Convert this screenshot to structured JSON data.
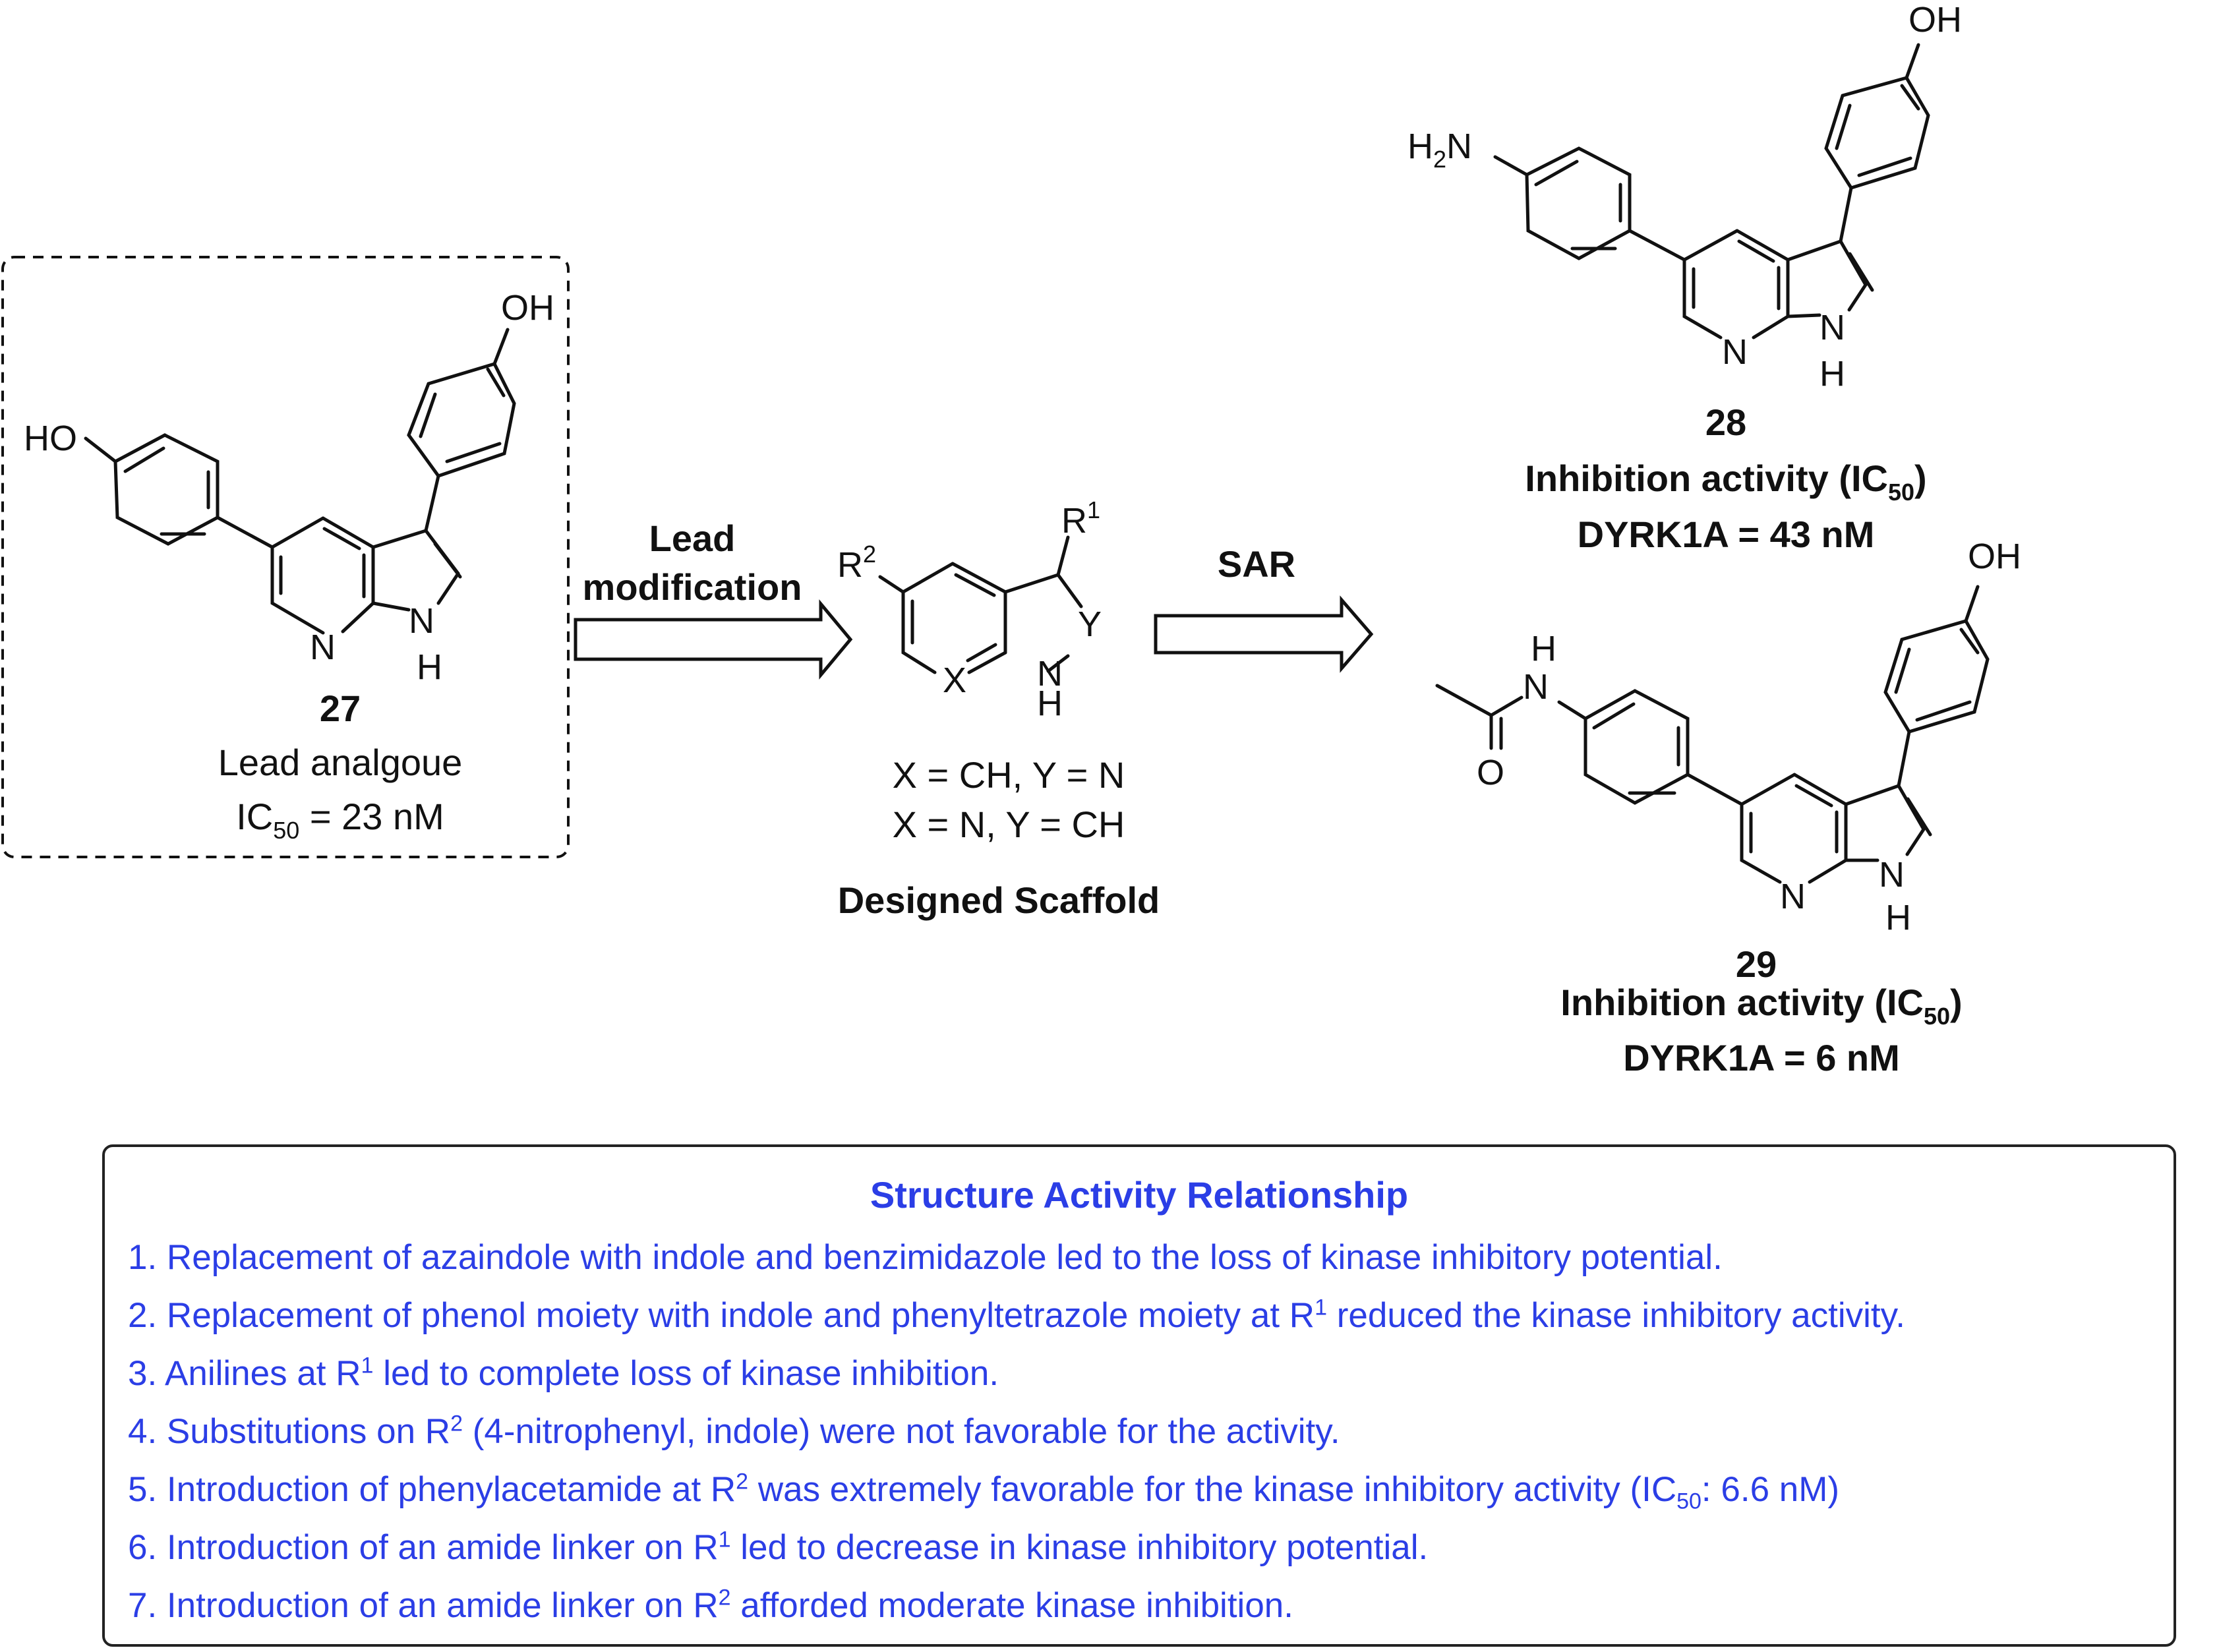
{
  "compound_27": {
    "number": "27",
    "caption": "Lead analgoue",
    "ic50_prefix": "IC",
    "ic50_sub": "50",
    "ic50_suffix": " = 23 nM",
    "atoms": {
      "oh_top": "OH",
      "ho_left": "HO",
      "n_ring": "N",
      "nh_n": "N",
      "nh_h": "H"
    }
  },
  "arrow_lead": {
    "line1": "Lead",
    "line2": "modification"
  },
  "scaffold": {
    "r1": "R",
    "r1_sup": "1",
    "r2": "R",
    "r2_sup": "2",
    "x": "X",
    "y": "Y",
    "nh_n": "N",
    "nh_h": "H",
    "condition1": "X = CH, Y = N",
    "condition2": "X = N, Y =  CH",
    "caption": "Designed Scaffold"
  },
  "arrow_sar": {
    "label": "SAR"
  },
  "compound_28": {
    "number": "28",
    "activity_prefix": "Inhibition activity (IC",
    "activity_sub": "50",
    "activity_suffix": ")",
    "result": "DYRK1A = 43 nM",
    "atoms": {
      "oh": "OH",
      "h2n": "H",
      "h2n_sub": "2",
      "h2n_n": "N",
      "n_ring": "N",
      "nh_n": "N",
      "nh_h": "H"
    }
  },
  "compound_29": {
    "number": "29",
    "activity_prefix": "Inhibition activity (IC",
    "activity_sub": "50",
    "activity_suffix": ")",
    "result": "DYRK1A = 6 nM",
    "atoms": {
      "oh": "OH",
      "amide_h": "H",
      "amide_n": "N",
      "amide_o": "O",
      "n_ring": "N",
      "nh_n": "N",
      "nh_h": "H"
    }
  },
  "sar_panel": {
    "title": "Structure Activity Relationship",
    "items": [
      {
        "a": "1. Replacement of azaindole with indole and benzimidazole led to the loss of kinase inhibitory potential."
      },
      {
        "a": "2. Replacement of phenol moiety with indole and phenyltetrazole moiety at R",
        "sup": "1",
        "b": " reduced the kinase inhibitory activity."
      },
      {
        "a": "3. Anilines at R",
        "sup": "1",
        "b": " led to complete loss of kinase inhibition."
      },
      {
        "a": "4. Substitutions on R",
        "sup": "2",
        "b": "  (4-nitrophenyl, indole) were not favorable for the activity."
      },
      {
        "a": "5. Introduction of phenylacetamide at R",
        "sup": "2",
        "b": " was extremely favorable for the kinase inhibitory activity (IC",
        "sub": "50",
        "c": ": 6.6 nM)"
      },
      {
        "a": "6. Introduction of  an amide linker on R",
        "sup": "1",
        "b": " led to decrease in kinase inhibitory potential."
      },
      {
        "a": "7. Introduction of  an amide linker on R",
        "sup": "2",
        "b": " afforded moderate kinase inhibition."
      }
    ]
  },
  "colors": {
    "sar_text": "#2b3ee6",
    "lines": "#111111"
  }
}
